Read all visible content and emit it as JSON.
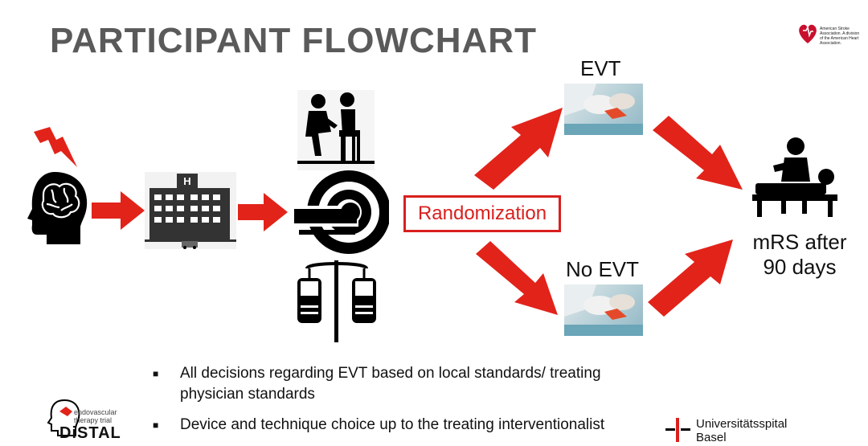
{
  "title": "PARTICIPANT FLOWCHART",
  "arms": {
    "evt": "EVT",
    "no_evt": "No EVT"
  },
  "randomization": "Randomization",
  "outcome": {
    "line1": "mRS after",
    "line2": "90 days"
  },
  "bullets": [
    {
      "text": "All decisions regarding EVT based on local standards/ treating physician standards"
    },
    {
      "text": "Device and technique choice up to the treating interventionalist"
    }
  ],
  "logos": {
    "aha": "American Stroke Association. A division of the American Heart Association.",
    "distal_sub_1": "endovascular",
    "distal_sub_2": "therapy trial",
    "distal": "DiSTAL",
    "uni_1": "Universitätsspital",
    "uni_2": "Basel"
  },
  "colors": {
    "arrow": "#e2231a",
    "title": "#5a5a5a",
    "accent": "#d9201e"
  },
  "icons": [
    "lightning-icon",
    "brain-head-icon",
    "hospital-icon",
    "consultation-icon",
    "mri-scanner-icon",
    "iv-bags-icon",
    "patient-bed-icon"
  ]
}
